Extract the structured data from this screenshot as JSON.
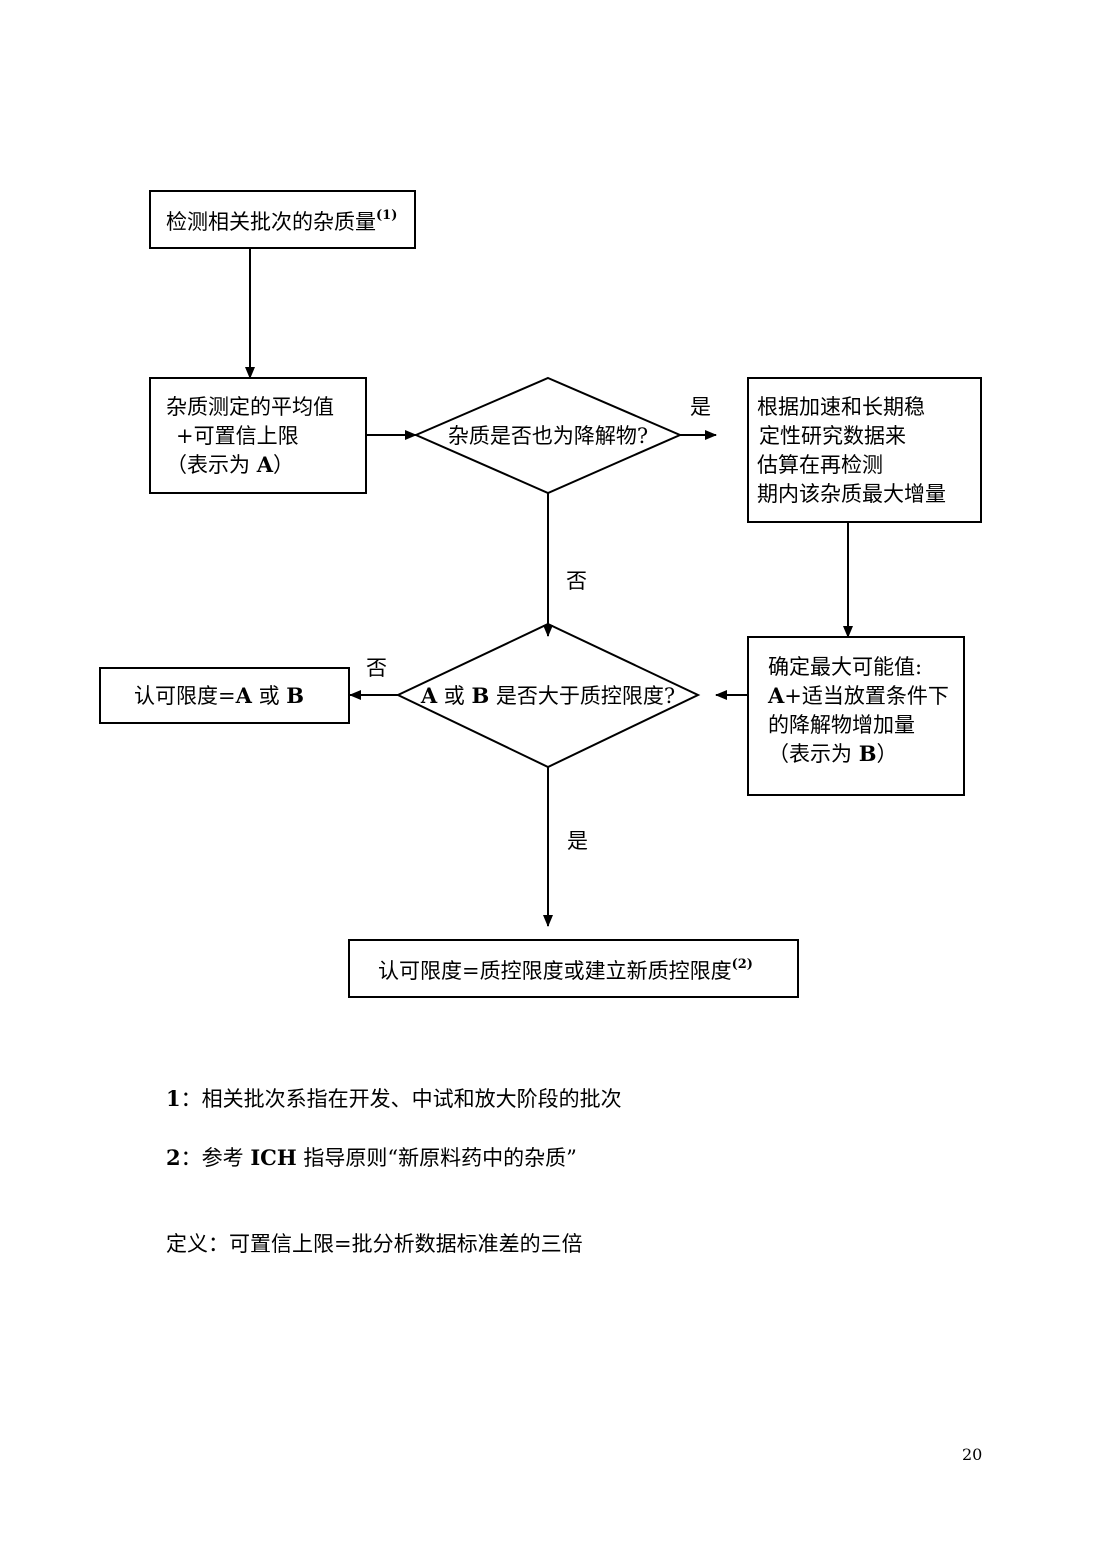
{
  "flowchart": {
    "nodes": {
      "detect": {
        "text": "检测相关批次的杂质量",
        "sup": "(1)"
      },
      "mean": {
        "lines": [
          "杂质测定的平均值",
          "+可置信上限",
          "（表示为 ",
          "A",
          "）"
        ]
      },
      "is_degradant": {
        "text": "杂质是否也为降解物?"
      },
      "estimate": {
        "lines": [
          "根据加速和长期稳",
          "定性研究数据来",
          "估算在再检测",
          "期内该杂质最大增量"
        ]
      },
      "compare": {
        "parts": [
          "A",
          " 或 ",
          "B",
          " 是否大于质控限度?"
        ]
      },
      "max_value": {
        "lines": [
          "确定最大可能值:",
          "A",
          "+适当放置条件下",
          "的降解物增加量",
          "（表示为 ",
          "B",
          "）"
        ]
      },
      "limit_ab": {
        "parts": [
          "认可限度=",
          "A",
          " 或 ",
          "B"
        ]
      },
      "limit_qc": {
        "text": "认可限度=质控限度或建立新质控限度",
        "sup": "(2)"
      }
    },
    "edge_labels": {
      "degradant_yes": "是",
      "degradant_no": "否",
      "compare_no": "否",
      "compare_yes": "是"
    }
  },
  "notes": {
    "note1": {
      "num": "1",
      "text": "：相关批次系指在开发、中试和放大阶段的批次"
    },
    "note2": {
      "num": "2",
      "text_a": "：参考 ",
      "text_b": "ICH",
      "text_c": " 指导原则“新原料药中的杂质”"
    },
    "definition": "定义：可置信上限=批分析数据标准差的三倍"
  },
  "page_number": "20"
}
